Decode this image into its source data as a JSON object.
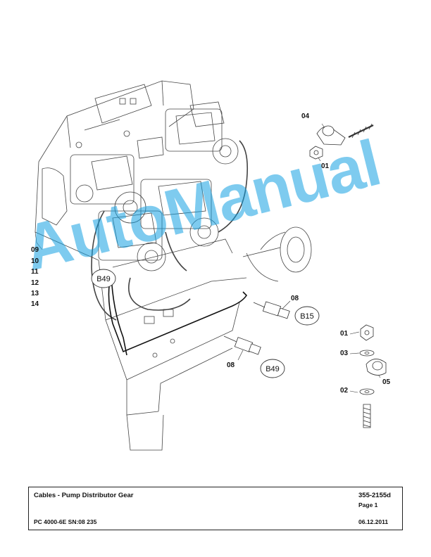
{
  "callouts": {
    "c04": "04",
    "c01_top": "01",
    "c09": "09",
    "c10": "10",
    "c11": "11",
    "c12": "12",
    "c13": "13",
    "c14": "14",
    "c08_a": "08",
    "c08_b": "08",
    "c01_r": "01",
    "c03": "03",
    "c05": "05",
    "c02": "02"
  },
  "badges": {
    "b49_left": "B49",
    "b15": "B15",
    "b49_low": "B49"
  },
  "watermark": "AutoManual",
  "titleblock": {
    "title": "Cables - Pump Distributor Gear",
    "doc_number": "355-2155d",
    "page": "Page 1",
    "model": "PC 4000-6E SN:08 235",
    "date": "06.12.2011"
  }
}
